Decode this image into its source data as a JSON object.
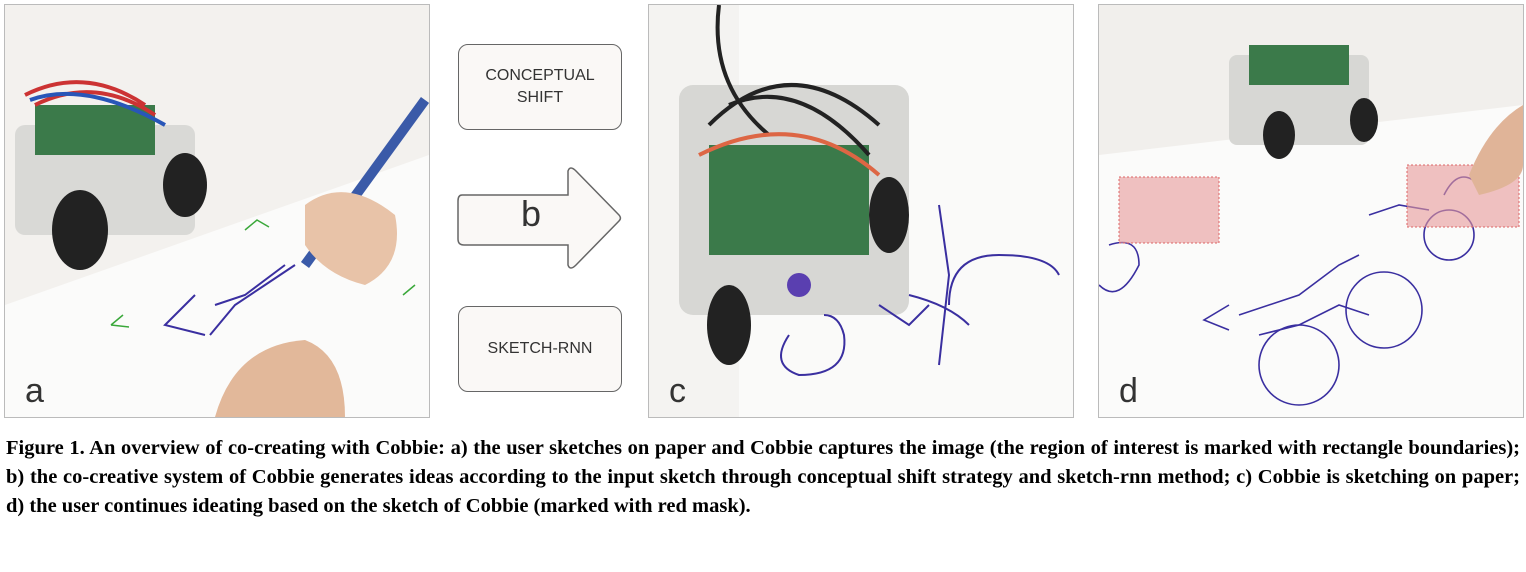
{
  "panels": {
    "a": {
      "label": "a"
    },
    "b": {
      "label": "b",
      "top_box": "CONCEPTUAL\nSHIFT",
      "top_box_line1": "CONCEPTUAL",
      "top_box_line2": "SHIFT",
      "bottom_box": "SKETCH-RNN"
    },
    "c": {
      "label": "c"
    },
    "d": {
      "label": "d"
    }
  },
  "caption": "Figure 1. An overview of co-creating with Cobbie: a) the user sketches on paper and Cobbie captures the image (the region of interest is marked with rectangle boundaries); b) the co-creative system of Cobbie generates ideas according to the input sketch through conceptual shift strategy and sketch-rnn method; c) Cobbie is sketching on paper; d) the user continues ideating based on the sketch of Cobbie (marked with red mask).",
  "colors": {
    "ink": "#3a2fa0",
    "mask": "#e89a9a",
    "roi": "#3aa83a"
  }
}
